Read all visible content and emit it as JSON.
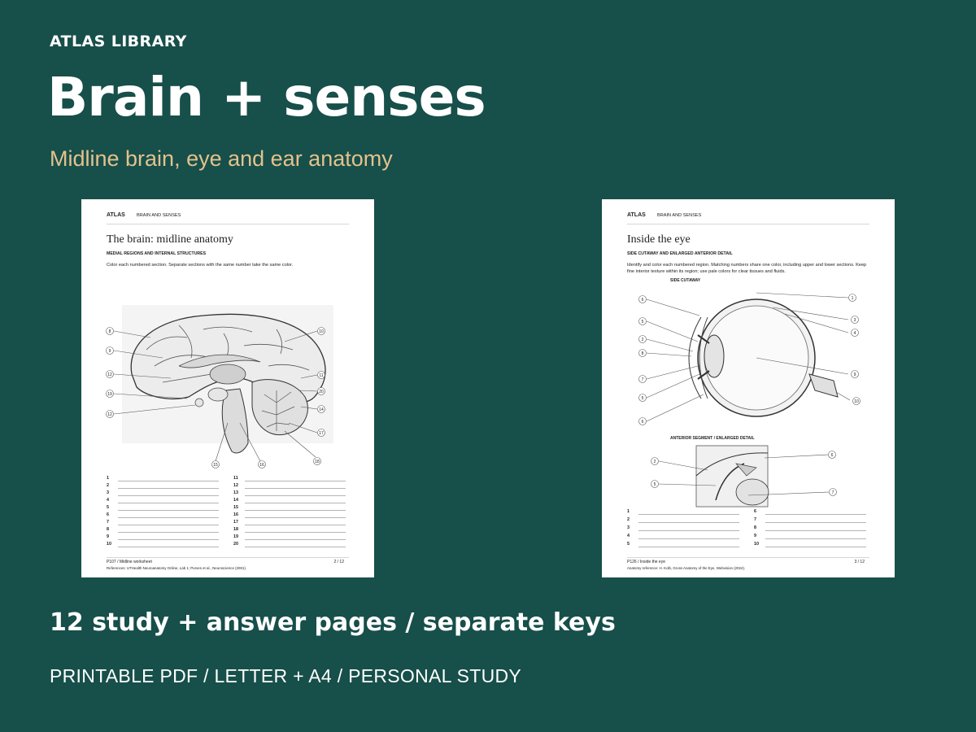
{
  "header": {
    "eyebrow": "ATLAS LIBRARY",
    "title": "Brain + senses",
    "subtitle": "Midline brain, eye and ear anatomy"
  },
  "pages": [
    {
      "brand": "ATLAS",
      "section": "BRAIN AND SENSES",
      "title": "The brain: midline anatomy",
      "subhead": "MEDIAL REGIONS AND INTERNAL STRUCTURES",
      "instructions": "Color each numbered section. Separate sections with the same number take the same color.",
      "callouts": [
        "8",
        "9",
        "12",
        "19",
        "12",
        "10",
        "11",
        "20",
        "14",
        "17",
        "15",
        "16",
        "18"
      ],
      "answers_left": [
        "1",
        "2",
        "3",
        "4",
        "5",
        "6",
        "7",
        "8",
        "9",
        "10"
      ],
      "answers_right": [
        "11",
        "12",
        "13",
        "14",
        "15",
        "16",
        "17",
        "18",
        "19",
        "20"
      ],
      "footer": "P107 / Midline worksheet",
      "page_number": "2 / 12",
      "reference": "References: UTHealth Neuroanatomy Online, Lab 1; Purves et al., Neuroscience (2001)."
    },
    {
      "brand": "ATLAS",
      "section": "BRAIN AND SENSES",
      "title": "Inside the eye",
      "subhead": "SIDE CUTAWAY AND ENLARGED ANTERIOR DETAIL",
      "instructions": "Identify and color each numbered region. Matching numbers share one color, including upper and lower sections. Keep fine interior texture within its region; use pale colors for clear tissues and fluids.",
      "figure1_label": "SIDE CUTAWAY",
      "figure2_label": "ANTERIOR SEGMENT / ENLARGED DETAIL",
      "callouts_left": [
        "6",
        "5",
        "2",
        "8",
        "7",
        "5",
        "6"
      ],
      "callouts_right": [
        "1",
        "3",
        "4",
        "9",
        "10"
      ],
      "detail_callouts": [
        "2",
        "5",
        "6",
        "7"
      ],
      "answers_left": [
        "1",
        "2",
        "3",
        "4",
        "5"
      ],
      "answers_right": [
        "6",
        "7",
        "8",
        "9",
        "10"
      ],
      "footer": "P126 / Inside the eye",
      "page_number": "3 / 12",
      "reference": "Anatomy reference: H. Kolb, Gross Anatomy of the Eye, Webvision (2024)."
    }
  ],
  "tagline": "12 study + answer pages / separate keys",
  "specs": "PRINTABLE PDF / LETTER + A4 / PERSONAL STUDY"
}
